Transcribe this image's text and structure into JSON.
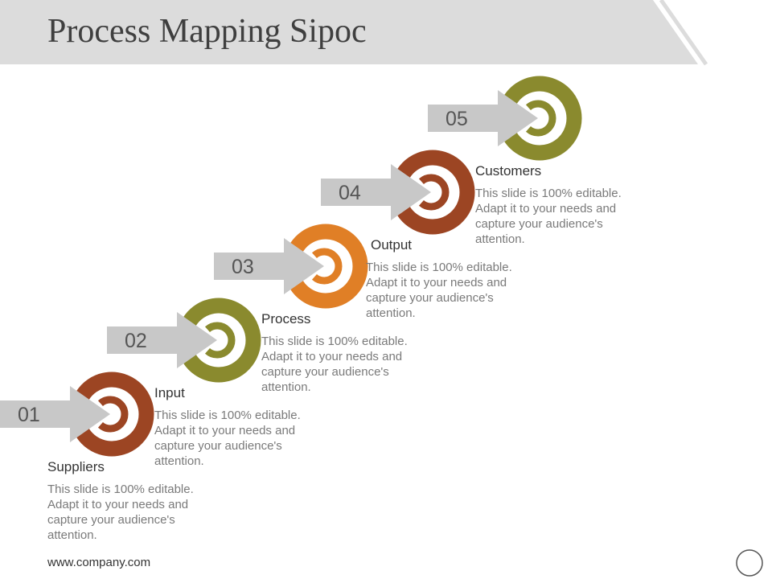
{
  "slide": {
    "title": "Process Mapping Sipoc",
    "footer": "www.company.com"
  },
  "colors": {
    "header_band": "#dcdcdc",
    "arrow": "#c8c8c8",
    "rust": "#9c4523",
    "olive": "#8a8a2e",
    "orange": "#e07f26"
  },
  "steps": [
    {
      "number": "01",
      "label": "Suppliers",
      "color": "#9c4523",
      "desc_lines": [
        "This slide is 100% editable.",
        "Adapt it to your needs and",
        "capture your audience's",
        "attention."
      ]
    },
    {
      "number": "02",
      "label": "Input",
      "color": "#8a8a2e",
      "desc_lines": [
        "This slide is 100% editable.",
        "Adapt it to your needs and",
        "capture your audience's",
        "attention."
      ]
    },
    {
      "number": "03",
      "label": "Process",
      "color": "#e07f26",
      "desc_lines": [
        "This slide is 100% editable.",
        "Adapt it to your needs and",
        "capture your audience's",
        "attention."
      ]
    },
    {
      "number": "04",
      "label": "Output",
      "color": "#9c4523",
      "desc_lines": [
        "This slide is 100% editable.",
        "Adapt it to your needs and",
        "capture your audience's",
        "attention."
      ]
    },
    {
      "number": "05",
      "label": "Customers",
      "color": "#8a8a2e",
      "desc_lines": [
        "This slide is 100% editable.",
        "Adapt it to your needs and",
        "capture your audience's",
        "attention."
      ]
    }
  ]
}
